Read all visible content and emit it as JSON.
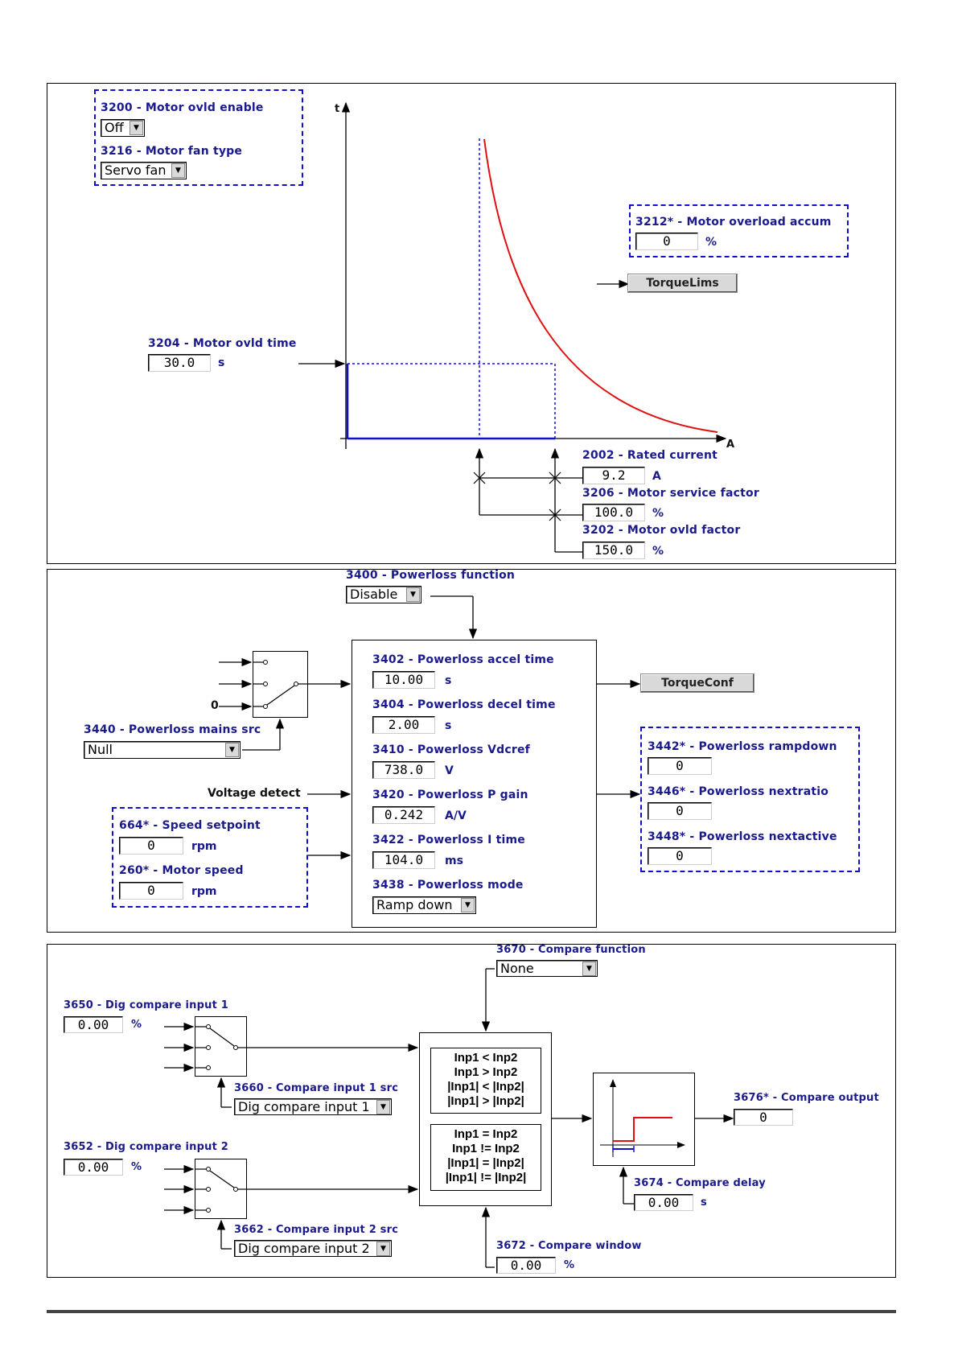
{
  "panel1": {
    "motor_ovld_enable": {
      "label": "3200 - Motor ovld enable",
      "value": "Off"
    },
    "motor_fan_type": {
      "label": "3216 - Motor fan type",
      "value": "Servo fan"
    },
    "axis_t": "t",
    "axis_a": "A",
    "overload_accum": {
      "label": "3212* - Motor overload accum",
      "value": "0",
      "unit": "%"
    },
    "torque_lims_button": "TorqueLims",
    "ovld_time": {
      "label": "3204 - Motor ovld time",
      "value": "30.0",
      "unit": "s"
    },
    "rated_current": {
      "label": "2002 - Rated current",
      "value": "9.2",
      "unit": "A"
    },
    "service_factor": {
      "label": "3206 - Motor service factor",
      "value": "100.0",
      "unit": "%"
    },
    "ovld_factor": {
      "label": "3202 - Motor ovld factor",
      "value": "150.0",
      "unit": "%"
    }
  },
  "panel2": {
    "powerloss_function": {
      "label": "3400 - Powerloss function",
      "value": "Disable"
    },
    "zero_input": "0",
    "mains_src": {
      "label": "3440 - Powerloss mains src",
      "value": "Null"
    },
    "accel_time": {
      "label": "3402 - Powerloss accel time",
      "value": "10.00",
      "unit": "s"
    },
    "decel_time": {
      "label": "3404 - Powerloss decel time",
      "value": "2.00",
      "unit": "s"
    },
    "vdcref": {
      "label": "3410 - Powerloss Vdcref",
      "value": "738.0",
      "unit": "V"
    },
    "p_gain": {
      "label": "3420 - Powerloss P gain",
      "value": "0.242",
      "unit": "A/V"
    },
    "i_time": {
      "label": "3422 - Powerloss I time",
      "value": "104.0",
      "unit": "ms"
    },
    "mode": {
      "label": "3438 - Powerloss mode",
      "value": "Ramp down"
    },
    "torque_conf_button": "TorqueConf",
    "voltage_detect": "Voltage detect",
    "speed_setpoint": {
      "label": "664* - Speed setpoint",
      "value": "0",
      "unit": "rpm"
    },
    "motor_speed": {
      "label": "260* - Motor speed",
      "value": "0",
      "unit": "rpm"
    },
    "rampdown": {
      "label": "3442* - Powerloss rampdown",
      "value": "0"
    },
    "nextratio": {
      "label": "3446* - Powerloss nextratio",
      "value": "0"
    },
    "nextactive": {
      "label": "3448* - Powerloss nextactive",
      "value": "0"
    }
  },
  "panel3": {
    "compare_function": {
      "label": "3670 - Compare function",
      "value": "None"
    },
    "dig_input1": {
      "label": "3650 - Dig compare input 1",
      "value": "0.00",
      "unit": "%"
    },
    "input1_src": {
      "label": "3660 - Compare input 1 src",
      "value": "Dig compare input  1"
    },
    "dig_input2": {
      "label": "3652 - Dig compare input 2",
      "value": "0.00",
      "unit": "%"
    },
    "input2_src": {
      "label": "3662 - Compare input 2 src",
      "value": "Dig compare input  2"
    },
    "ops_group1": [
      "Inp1 < Inp2",
      "Inp1 > Inp2",
      "|Inp1| < |Inp2|",
      "|Inp1| > |Inp2|"
    ],
    "ops_group2": [
      "Inp1 = Inp2",
      "Inp1 != Inp2",
      "|Inp1| = |Inp2|",
      "|Inp1| != |Inp2|"
    ],
    "compare_output": {
      "label": "3676* - Compare output",
      "value": "0"
    },
    "compare_delay": {
      "label": "3674 - Compare delay",
      "value": "0.00",
      "unit": "s"
    },
    "compare_window": {
      "label": "3672 - Compare window",
      "value": "0.00",
      "unit": "%"
    }
  },
  "colors": {
    "label_blue": "#1a1a8c",
    "dashed_blue": "#1010c8",
    "curve_red": "#e01010"
  }
}
